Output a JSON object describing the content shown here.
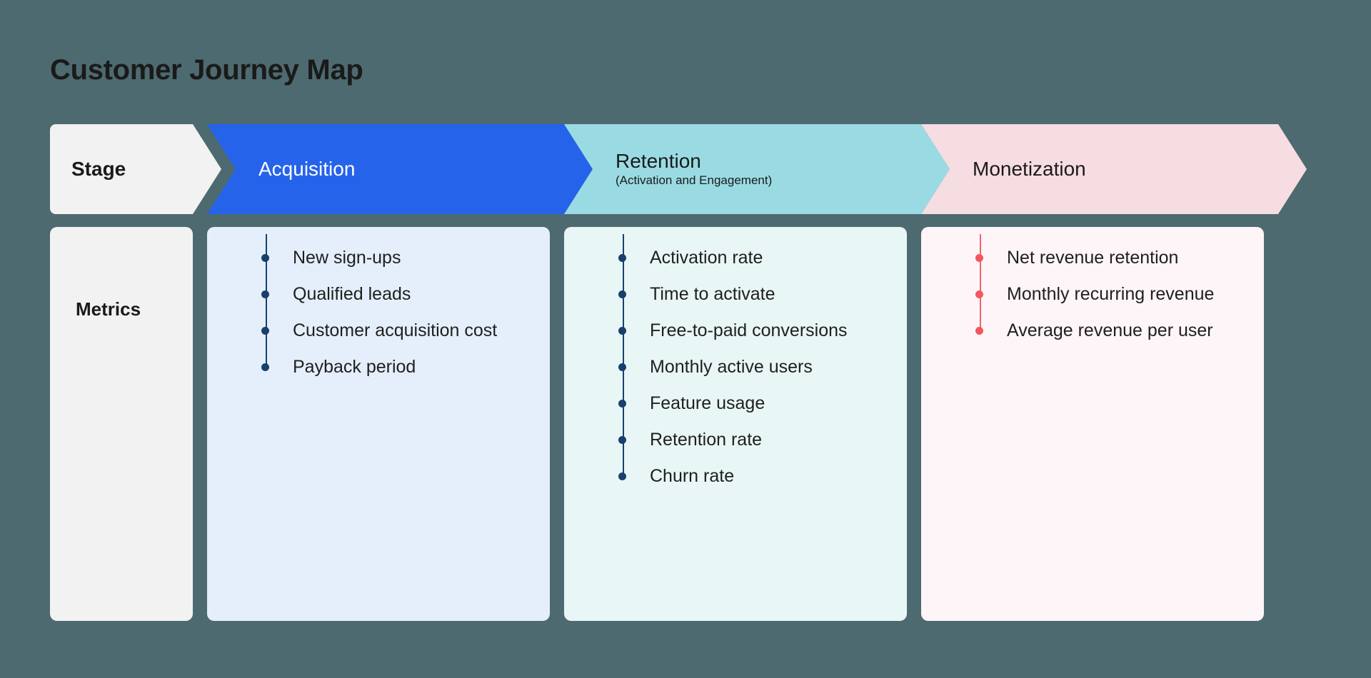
{
  "page": {
    "title": "Customer Journey Map",
    "background_color": "#4d6a70"
  },
  "row_labels": {
    "stage": "Stage",
    "metrics": "Metrics"
  },
  "stages": [
    {
      "label": "Acquisition",
      "sublabel": "",
      "header_color": "#2563eb",
      "header_text_color": "#ffffff",
      "panel_color": "#e4effb",
      "accent_color": "#17406d"
    },
    {
      "label": "Retention",
      "sublabel": "(Activation and Engagement)",
      "header_color": "#9adbe3",
      "header_text_color": "#1a1a1a",
      "panel_color": "#e9f6f6",
      "accent_color": "#17406d"
    },
    {
      "label": "Monetization",
      "sublabel": "",
      "header_color": "#f6dde2",
      "header_text_color": "#1a1a1a",
      "panel_color": "#fdf5f7",
      "accent_color": "#f4565f"
    }
  ],
  "metrics": [
    [
      "New sign-ups",
      "Qualified leads",
      "Customer acquisition cost",
      "Payback period"
    ],
    [
      "Activation rate",
      "Time to activate",
      "Free-to-paid conversions",
      "Monthly active users",
      "Feature usage",
      "Retention rate",
      "Churn rate"
    ],
    [
      "Net revenue retention",
      "Monthly recurring revenue",
      "Average revenue per user"
    ]
  ],
  "label_panel": {
    "header_color": "#f2f2f2",
    "panel_color": "#f2f2f2",
    "text_color": "#1a1a1a"
  }
}
